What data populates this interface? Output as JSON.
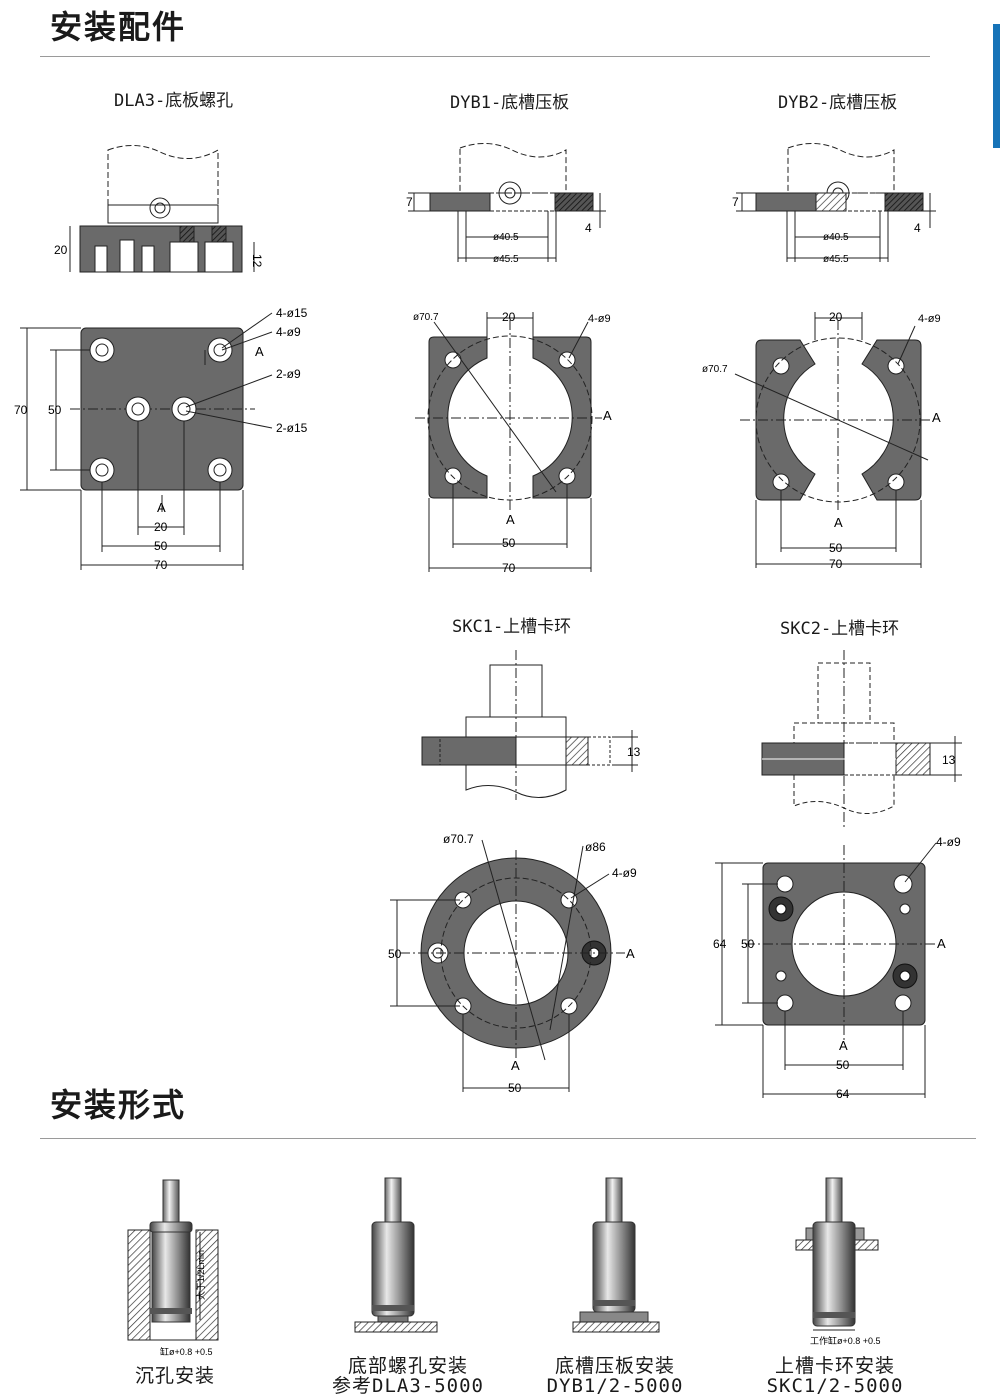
{
  "sections": {
    "accessories": "安装配件",
    "mounting": "安装形式"
  },
  "parts": {
    "dla3": {
      "title": "DLA3-底板螺孔",
      "side": {
        "h_total": "20",
        "h_right": "12"
      },
      "plan": {
        "hole_big": "4-ø15",
        "hole_small": "4-ø9",
        "center_small": "2-ø9",
        "center_big": "2-ø15",
        "section": "A",
        "w70": "70",
        "w50": "50",
        "w20": "20"
      }
    },
    "dyb1": {
      "title": "DYB1-底槽压板",
      "side": {
        "t7": "7",
        "t4": "4",
        "d1": "ø40.5",
        "d2": "ø45.5"
      },
      "plan": {
        "dia": "ø70.7",
        "gap": "20",
        "holes": "4-ø9",
        "section": "A",
        "w50": "50",
        "w70": "70"
      }
    },
    "dyb2": {
      "title": "DYB2-底槽压板",
      "side": {
        "t7": "7",
        "t4": "4",
        "d1": "ø40.5",
        "d2": "ø45.5"
      },
      "plan": {
        "dia": "ø70.7",
        "gap": "20",
        "holes": "4-ø9",
        "section": "A",
        "w50": "50",
        "w70": "70"
      }
    },
    "skc1": {
      "title": "SKC1-上槽卡环",
      "side": {
        "t13": "13"
      },
      "plan": {
        "d_in": "ø70.7",
        "d_out": "ø86",
        "holes": "4-ø9",
        "section": "A",
        "h50": "50",
        "w50": "50"
      }
    },
    "skc2": {
      "title": "SKC2-上槽卡环",
      "side": {
        "t13": "13"
      },
      "plan": {
        "holes": "4-ø9",
        "section": "A",
        "h64": "64",
        "h50": "50",
        "w50": "50",
        "w64": "64"
      }
    }
  },
  "mounts": [
    {
      "line1": "沉孔安装",
      "line2": "",
      "note": "大于1/2Lmin",
      "tol": "缸ø+0.8 +0.5"
    },
    {
      "line1": "底部螺孔安装",
      "line2": "参考DLA3-5000"
    },
    {
      "line1": "底槽压板安装",
      "line2": "DYB1/2-5000"
    },
    {
      "line1": "上槽卡环安装",
      "line2": "SKC1/2-5000",
      "tol": "工作缸ø+0.8 +0.5"
    }
  ],
  "colors": {
    "fill": "#6a6a6a",
    "accent": "#1673b8"
  }
}
